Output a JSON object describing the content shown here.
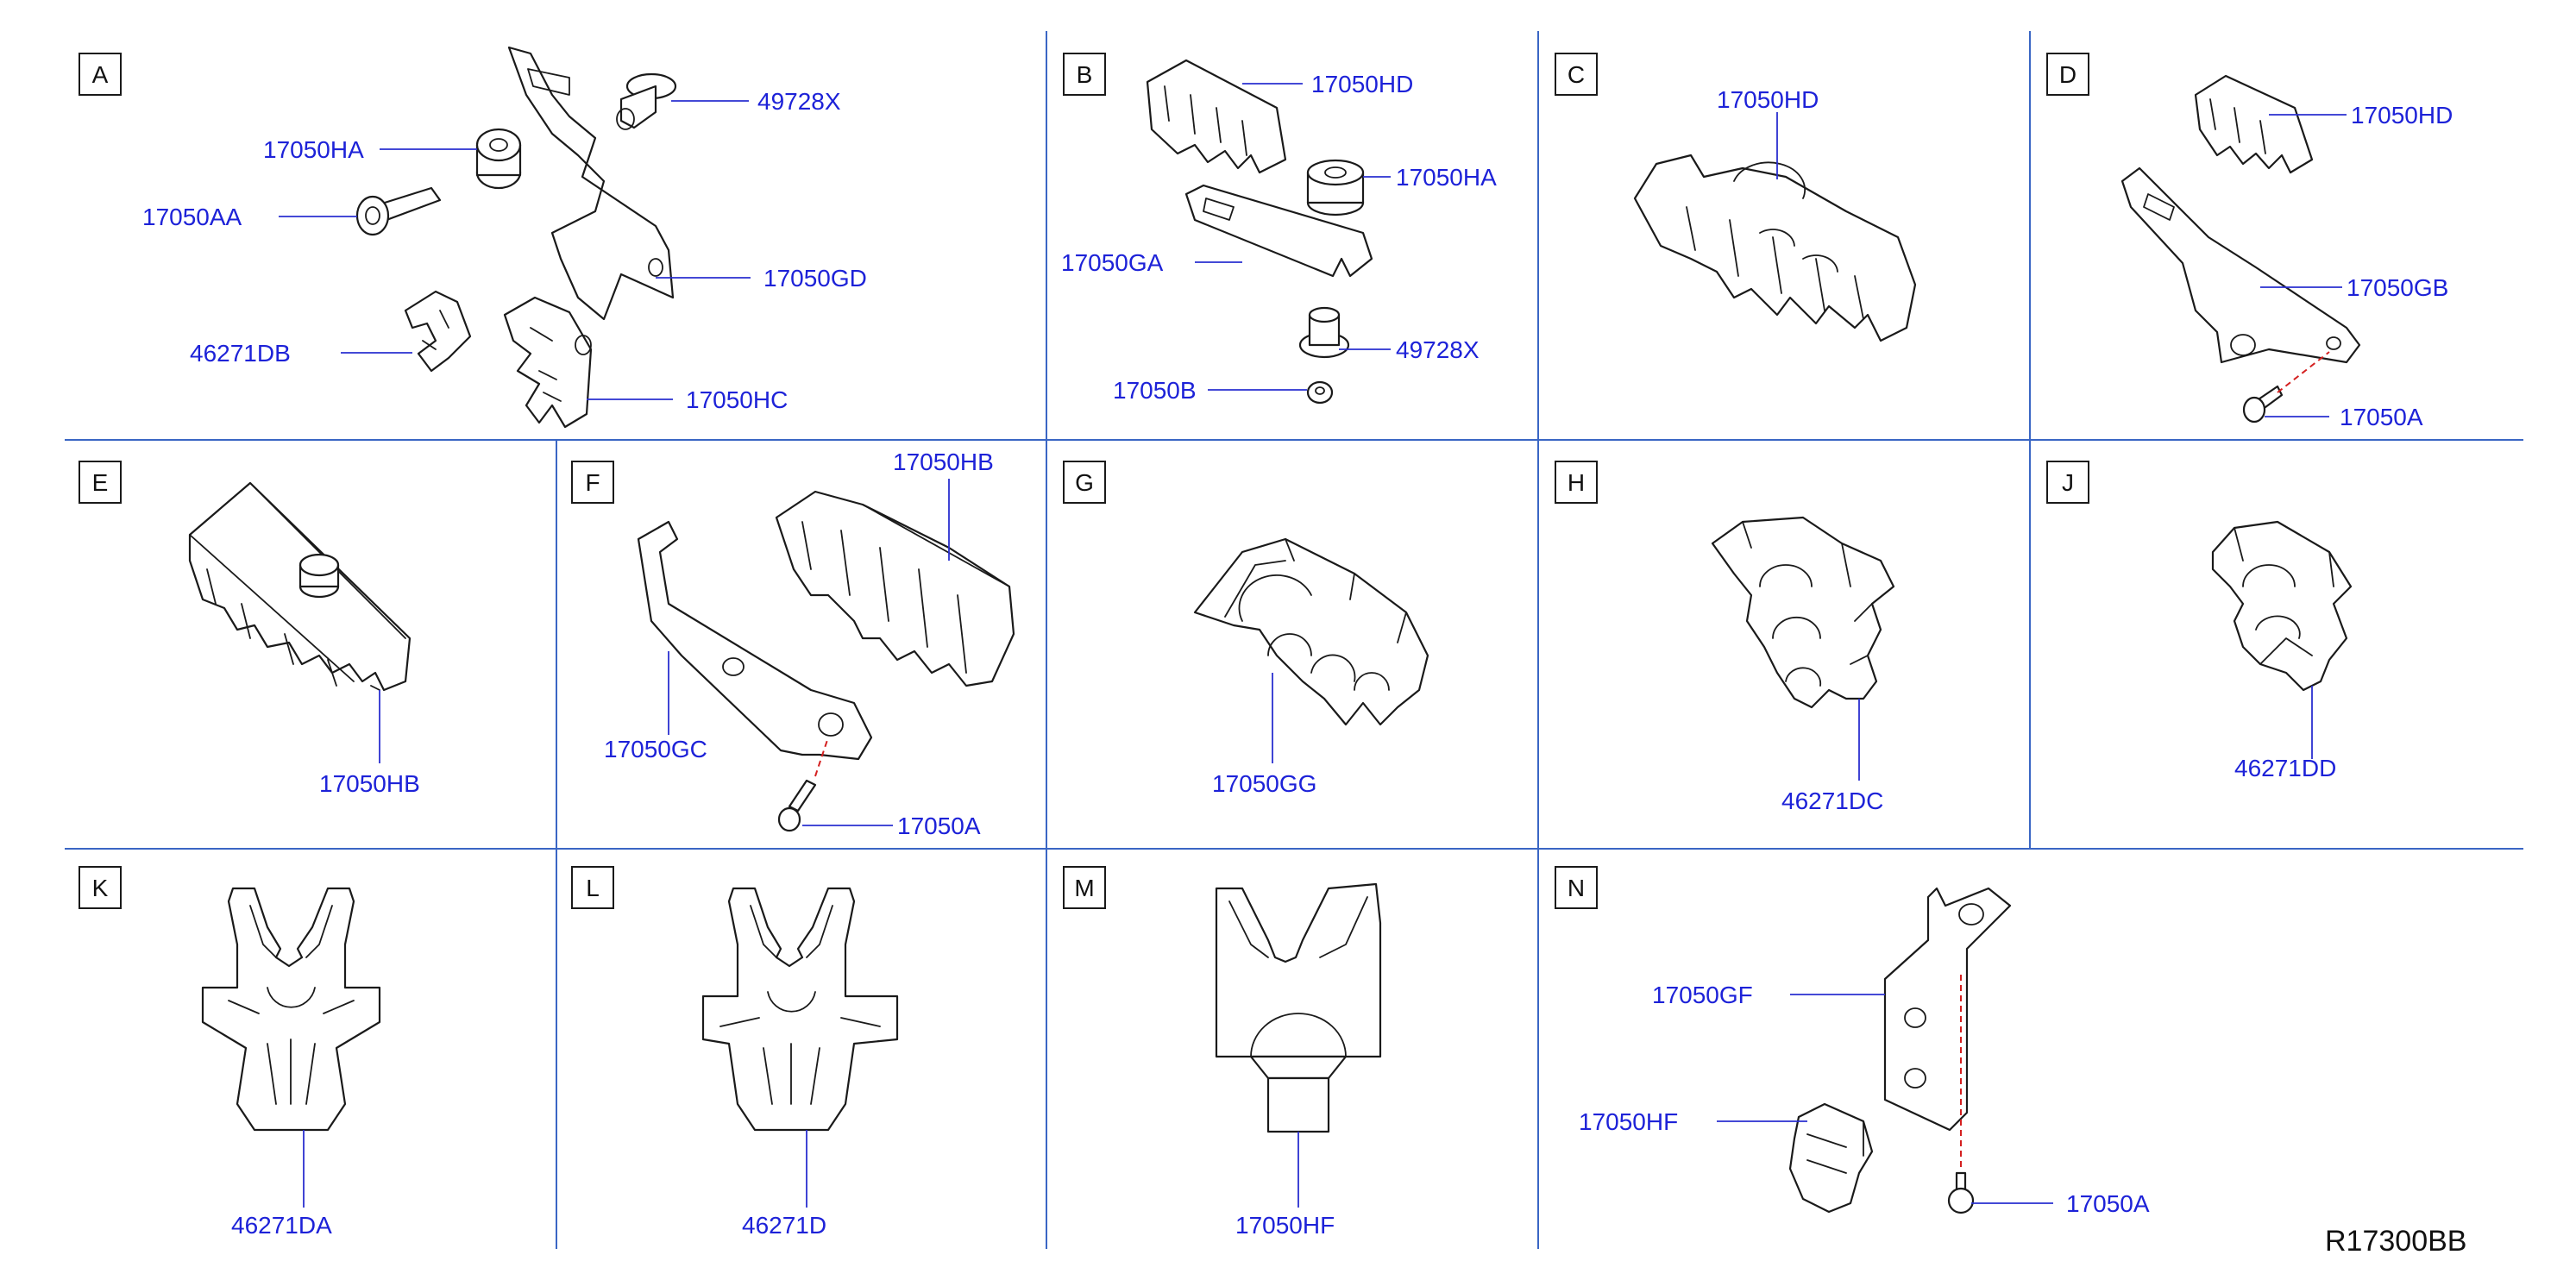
{
  "diagram_ref": "R17300BB",
  "accent_color": "#1d22d8",
  "grid_color": "#3a66c4",
  "panels": {
    "A": {
      "letter": "A",
      "labels": {
        "p49728x": "49728X",
        "p17050ha": "17050HA",
        "p17050aa": "17050AA",
        "p17050gd": "17050GD",
        "p46271db": "46271DB",
        "p17050hc": "17050HC"
      }
    },
    "B": {
      "letter": "B",
      "labels": {
        "p17050hd": "17050HD",
        "p17050ha": "17050HA",
        "p17050ga": "17050GA",
        "p49728x": "49728X",
        "p17050b": "17050B"
      }
    },
    "C": {
      "letter": "C",
      "labels": {
        "p17050hd": "17050HD"
      }
    },
    "D": {
      "letter": "D",
      "labels": {
        "p17050hd": "17050HD",
        "p17050gb": "17050GB",
        "p17050a": "17050A"
      }
    },
    "E": {
      "letter": "E",
      "labels": {
        "p17050hb": "17050HB"
      }
    },
    "F": {
      "letter": "F",
      "labels": {
        "p17050hb": "17050HB",
        "p17050gc": "17050GC",
        "p17050a": "17050A"
      }
    },
    "G": {
      "letter": "G",
      "labels": {
        "p17050gg": "17050GG"
      }
    },
    "H": {
      "letter": "H",
      "labels": {
        "p46271dc": "46271DC"
      }
    },
    "J": {
      "letter": "J",
      "labels": {
        "p46271dd": "46271DD"
      }
    },
    "K": {
      "letter": "K",
      "labels": {
        "p46271da": "46271DA"
      }
    },
    "L": {
      "letter": "L",
      "labels": {
        "p46271d": "46271D"
      }
    },
    "M": {
      "letter": "M",
      "labels": {
        "p17050hf": "17050HF"
      }
    },
    "N": {
      "letter": "N",
      "labels": {
        "p17050gf": "17050GF",
        "p17050hf": "17050HF",
        "p17050a": "17050A"
      }
    }
  }
}
